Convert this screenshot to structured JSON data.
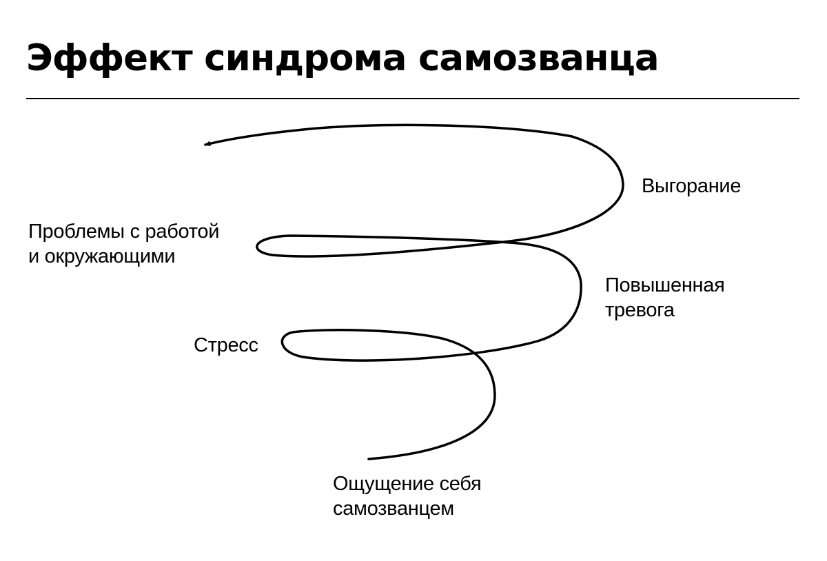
{
  "diagram": {
    "title": "Эффект синдрома самозванца",
    "stages": [
      {
        "id": "impostor_feeling",
        "label": "Ощущение себя\nсамозванцем"
      },
      {
        "id": "stress",
        "label": "Стресс"
      },
      {
        "id": "anxiety",
        "label": "Повышенная\nтревога"
      },
      {
        "id": "problems",
        "label": "Проблемы с работой\nи окружающими"
      },
      {
        "id": "burnout",
        "label": "Выгорание"
      }
    ],
    "colors": {
      "ink": "#000000",
      "background": "#ffffff"
    }
  }
}
